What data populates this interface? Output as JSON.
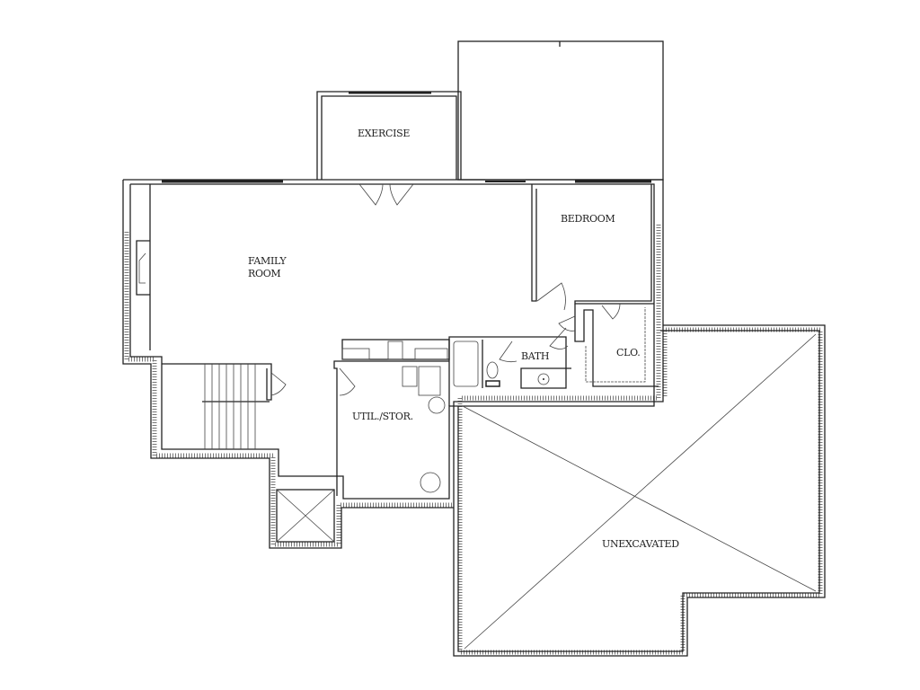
{
  "plan": {
    "rooms": {
      "exercise": "EXERCISE",
      "family_line1": "FAMILY",
      "family_line2": "ROOM",
      "bedroom": "BEDROOM",
      "bath": "BATH",
      "closet": "CLO.",
      "utility": "UTIL./STOR.",
      "unexcavated": "UNEXCAVATED"
    },
    "colors": {
      "line": "#222222",
      "background": "#ffffff"
    }
  }
}
